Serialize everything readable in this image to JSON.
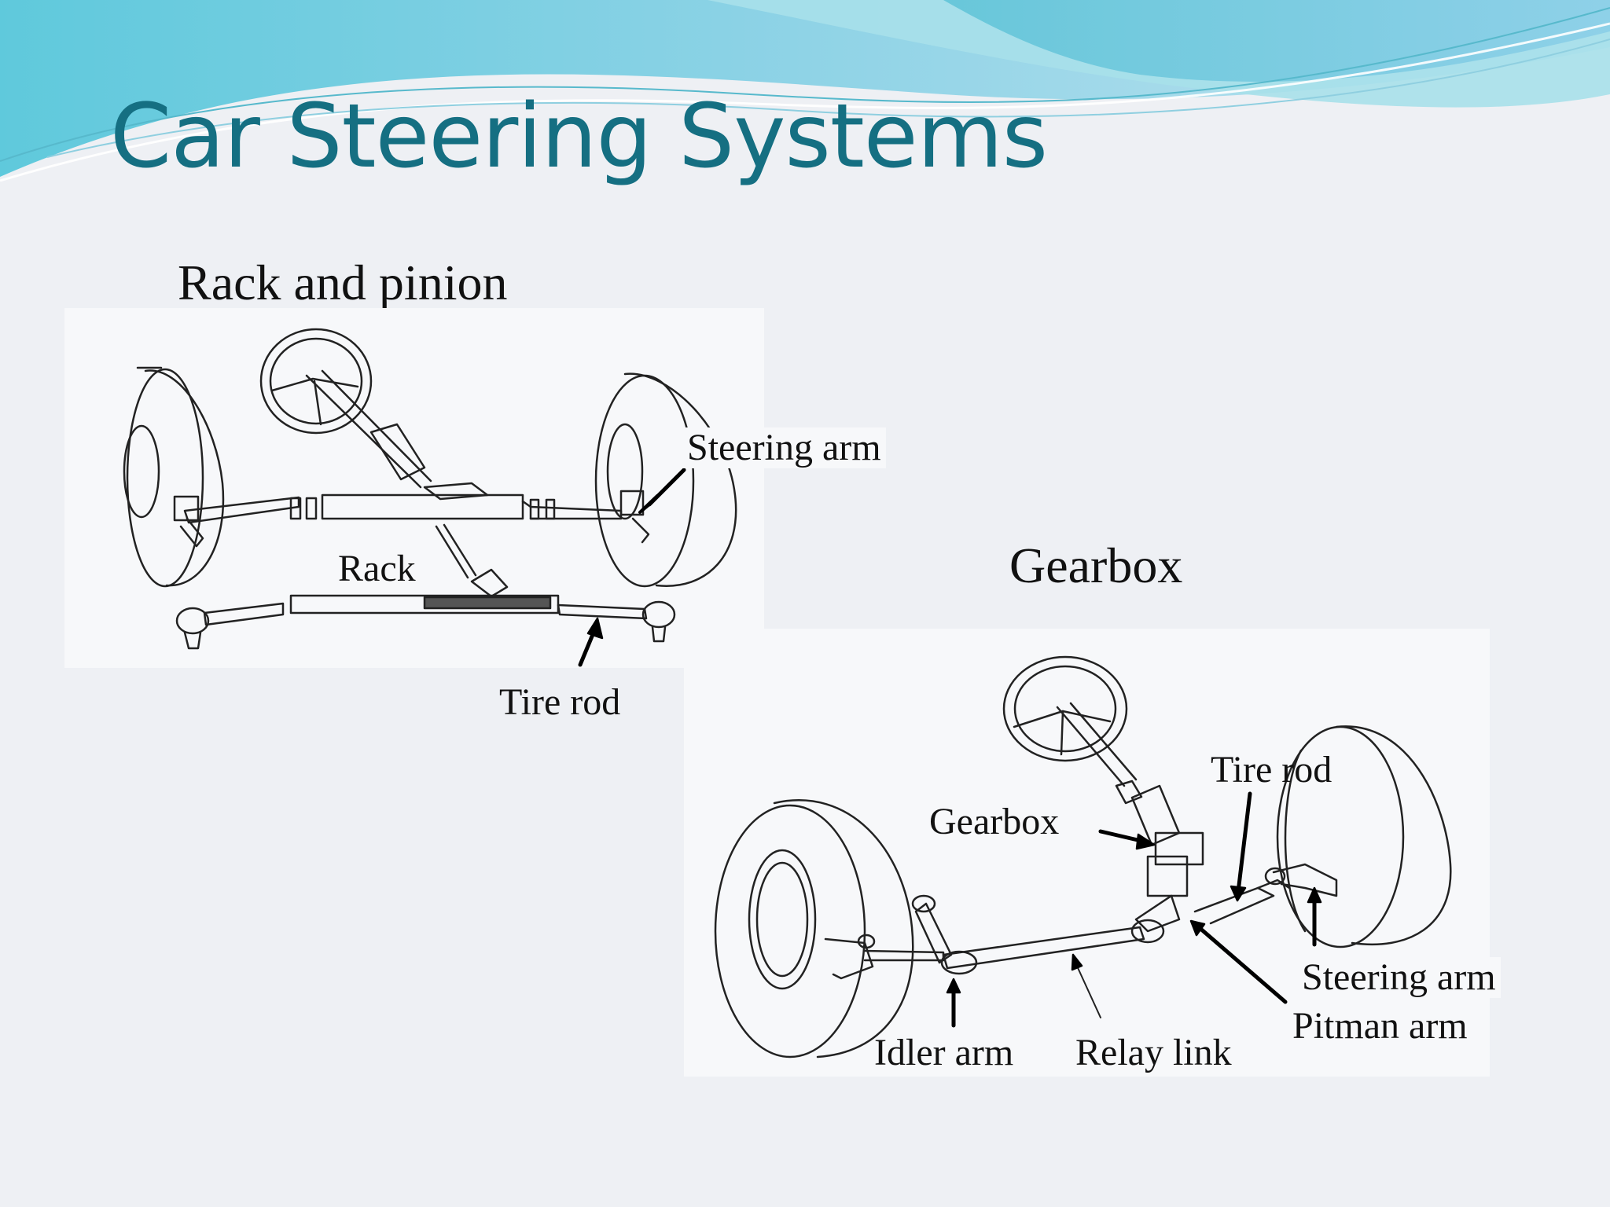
{
  "slide": {
    "title": "Car Steering Systems",
    "accent_color": "#156f82"
  },
  "rack_and_pinion": {
    "heading": "Rack and pinion",
    "labels": {
      "steering_arm": "Steering arm",
      "rack": "Rack",
      "tire_rod": "Tire rod"
    }
  },
  "gearbox_system": {
    "heading": "Gearbox",
    "labels": {
      "gearbox": "Gearbox",
      "tire_rod": "Tire rod",
      "steering_arm": "Steering arm",
      "pitman_arm": "Pitman arm",
      "idler_arm": "Idler arm",
      "relay_link": "Relay link"
    }
  }
}
